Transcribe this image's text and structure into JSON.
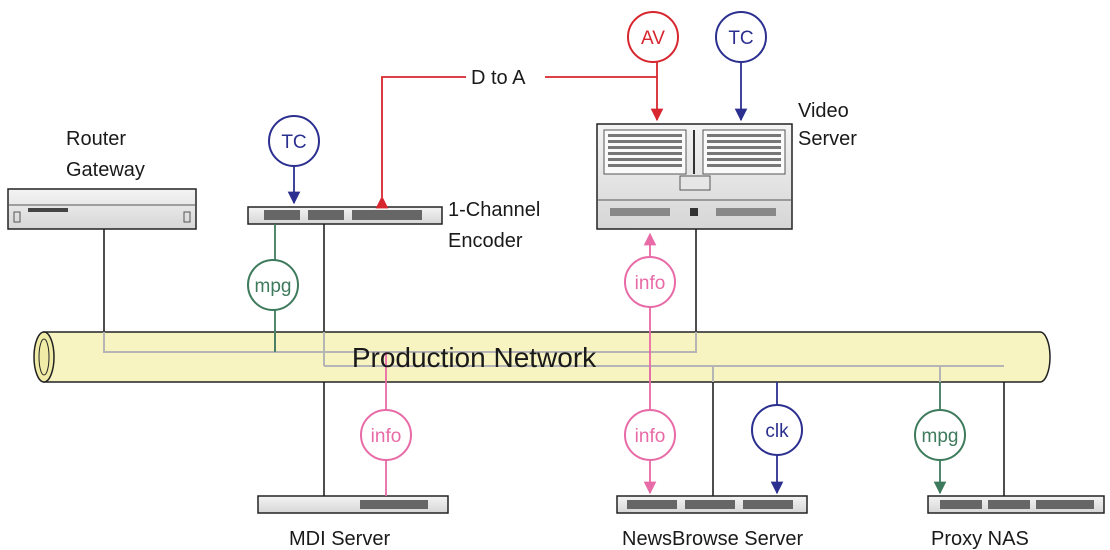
{
  "network": {
    "title": "Production Network"
  },
  "devices": {
    "router": {
      "line1": "Router",
      "line2": "Gateway"
    },
    "encoder": {
      "line1": "1-Channel",
      "line2": "Encoder"
    },
    "video_server": {
      "line1": "Video",
      "line2": "Server"
    },
    "mdi_server": {
      "label": "MDI Server"
    },
    "newsbrowse_server": {
      "label": "NewsBrowse Server"
    },
    "proxy_nas": {
      "label": "Proxy NAS"
    }
  },
  "signals": {
    "av": "AV",
    "tc_video": "TC",
    "tc_encoder": "TC",
    "mpg_encoder": "mpg",
    "info_video": "info",
    "info_mdi": "info",
    "info_newsbrowse": "info",
    "clk": "clk",
    "mpg_proxy": "mpg",
    "d_to_a": "D to A"
  },
  "colors": {
    "av": "#d7262e",
    "tc": "#2b2f8f",
    "mpg": "#3e7a5c",
    "info": "#e86aa6",
    "clk": "#2b2f8f",
    "network_fill": "#f7f4c2",
    "connector": "#b5b5b5",
    "ethernet": "#222222"
  }
}
